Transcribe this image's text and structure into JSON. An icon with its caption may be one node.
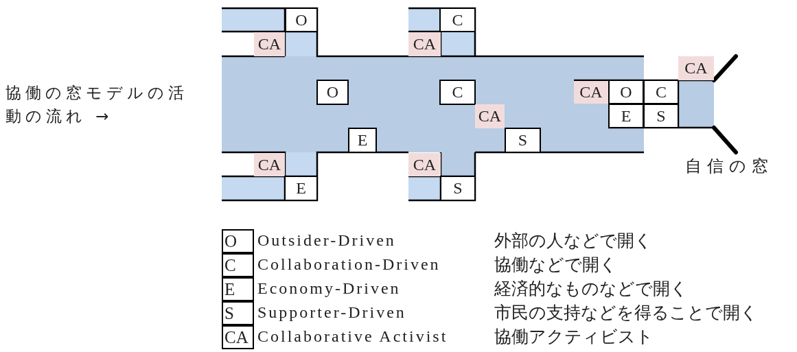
{
  "diagram": {
    "nodes": [
      {
        "text": [
          "O"
        ]
      },
      {
        "text": [
          "CA"
        ]
      },
      {
        "text": [
          "C"
        ]
      },
      {
        "text": [
          "CA"
        ]
      },
      {
        "text": [
          "O"
        ]
      },
      {
        "text": [
          "C"
        ]
      },
      {
        "text": [
          "CA"
        ]
      },
      {
        "text": [
          "E"
        ]
      },
      {
        "text": [
          "S"
        ]
      },
      {
        "text": [
          "CA"
        ]
      },
      {
        "text": [
          "CA"
        ]
      },
      {
        "text": [
          "CA"
        ]
      },
      {
        "text": [
          "O"
        ]
      },
      {
        "text": [
          "C"
        ]
      },
      {
        "text": [
          "E"
        ]
      },
      {
        "text": [
          "S"
        ]
      },
      {
        "text": [
          "CA"
        ]
      },
      {
        "text": [
          "E"
        ]
      },
      {
        "text": [
          "S"
        ]
      }
    ],
    "edges": [],
    "labels": [
      "協働の窓モデルの活動の流れ →",
      "自信の窓",
      "O",
      "Outsider-Driven",
      "外部の人などで開く",
      "C",
      "Collaboration-Driven",
      "協働などで開く",
      "E",
      "Economy-Driven",
      "経済的なものなどで開く",
      "S",
      "Supporter-Driven",
      "市民の支持などを得ることで開く",
      "CA",
      "Collaborative Activist",
      "協働アクティビスト"
    ]
  }
}
